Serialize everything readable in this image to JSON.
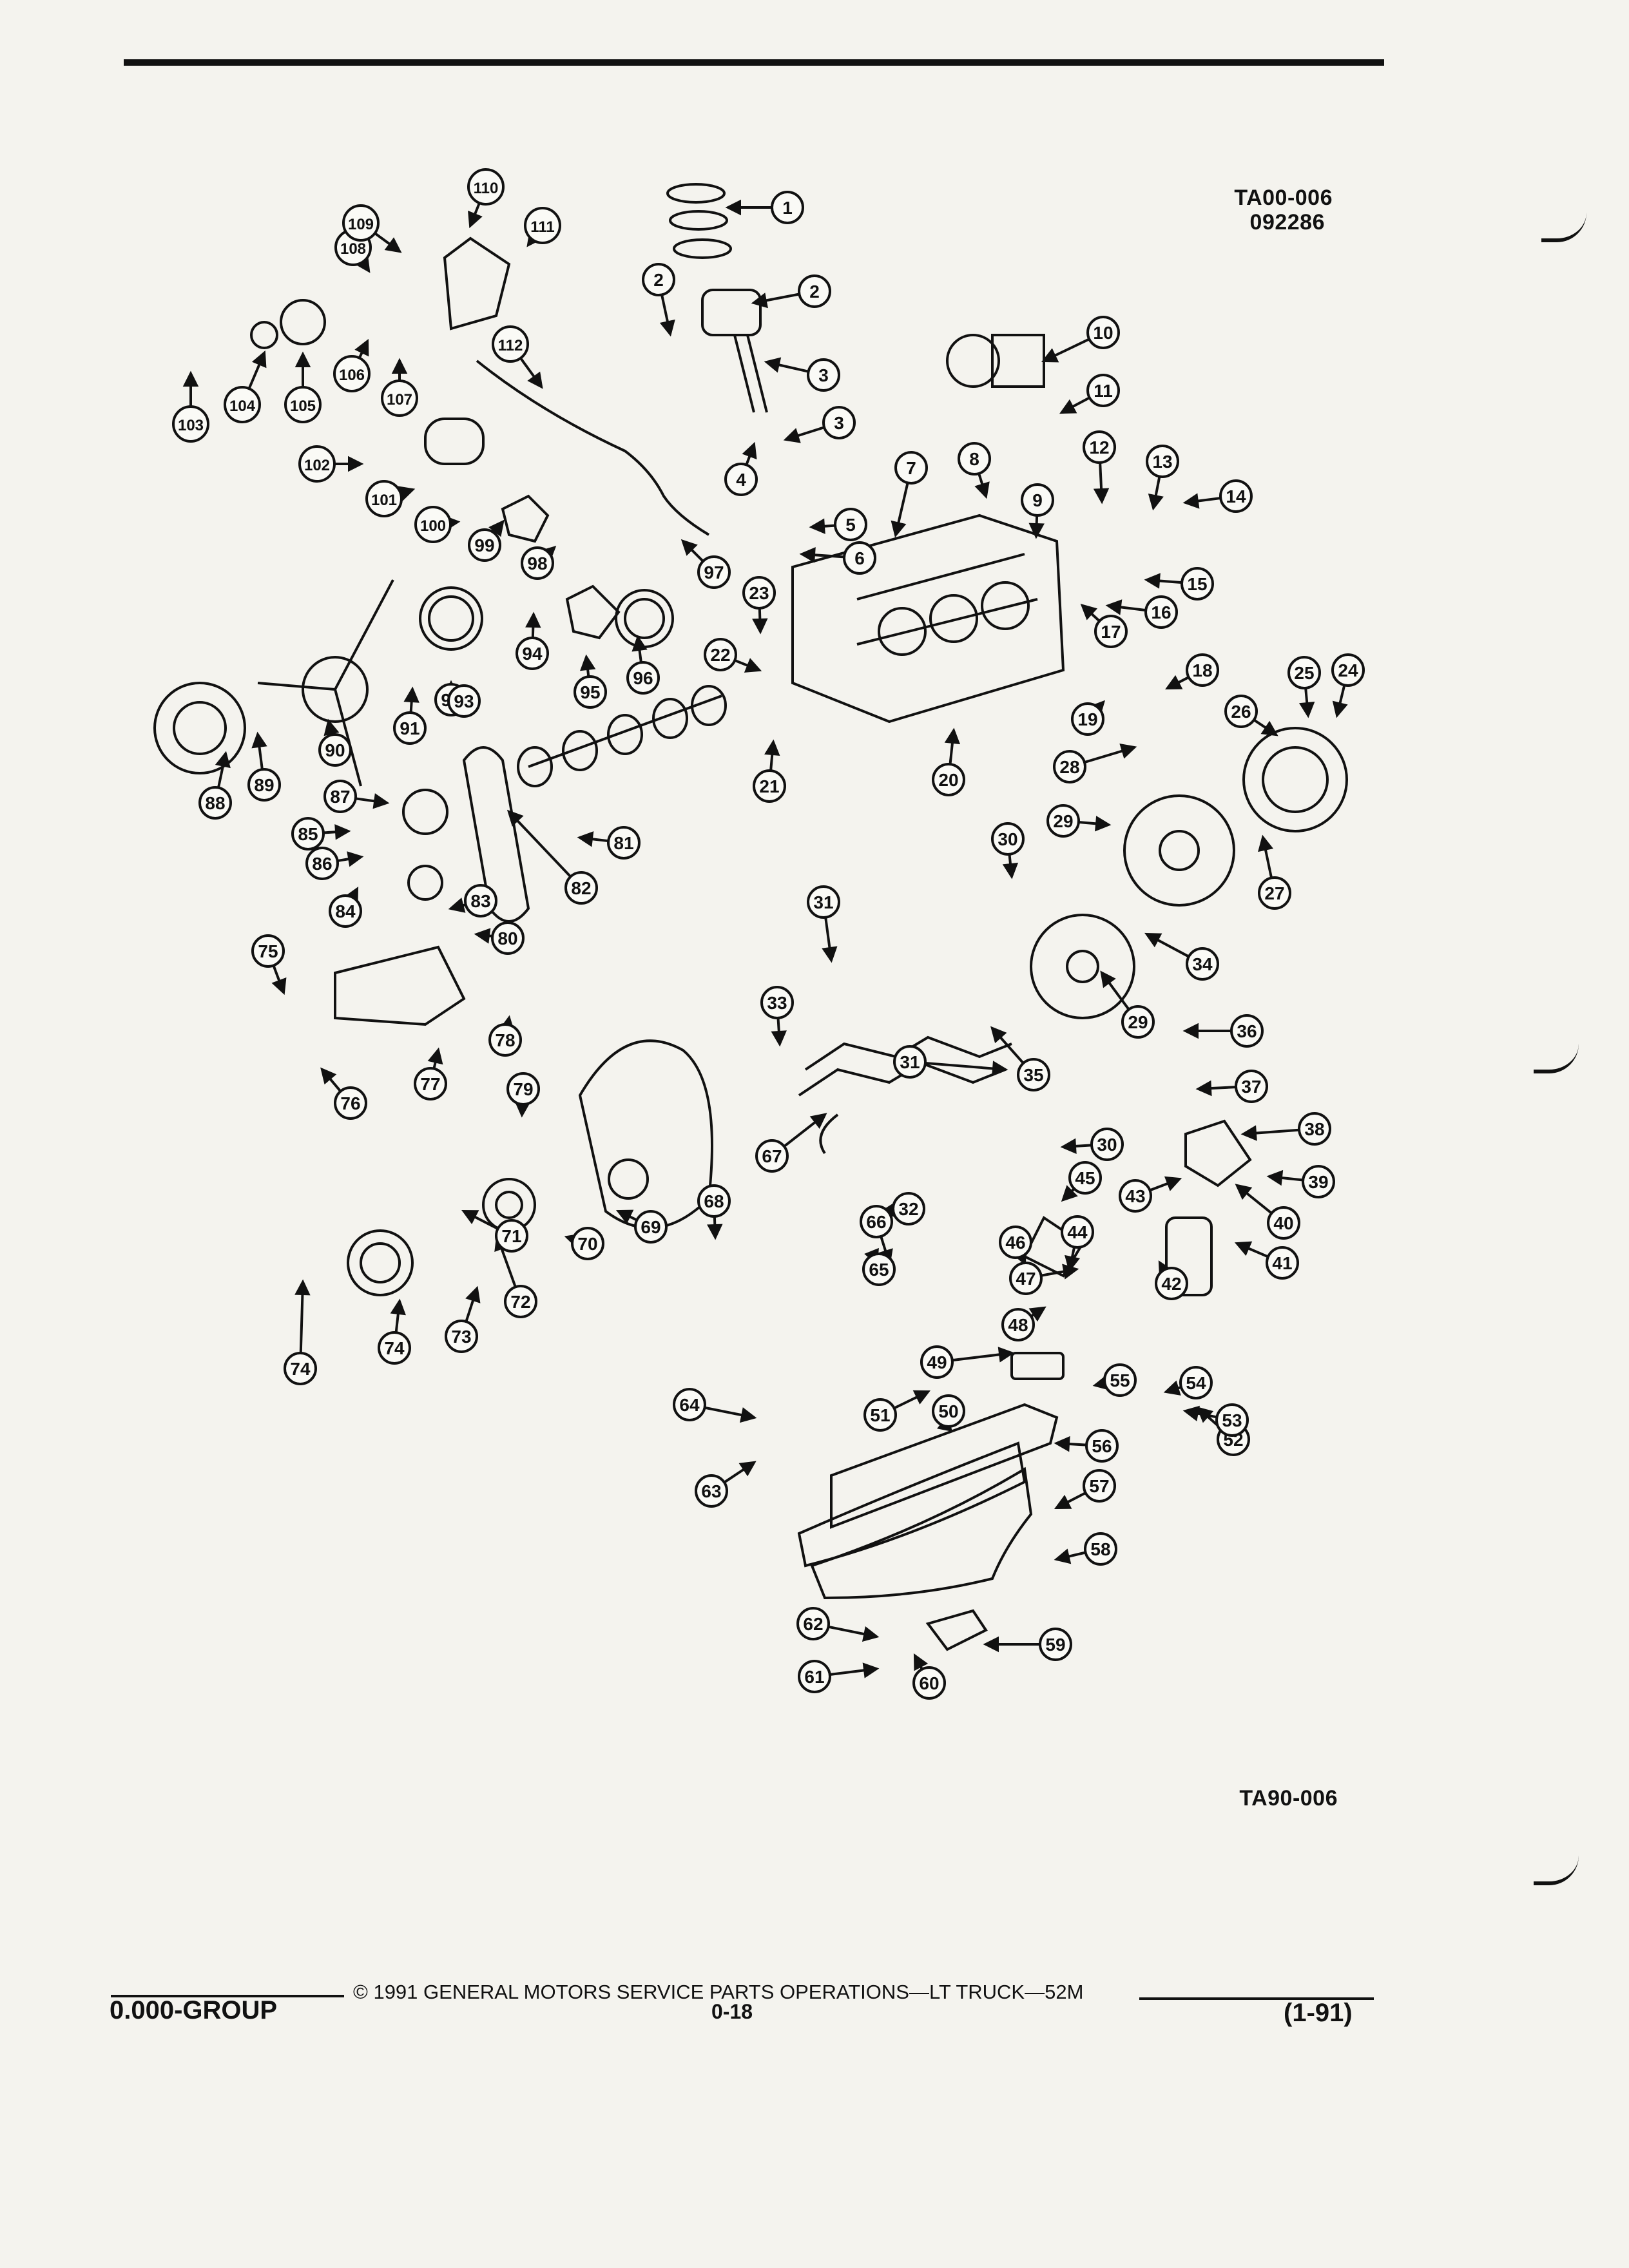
{
  "header": {
    "figure_code": "TA00-006",
    "figure_date": "092286"
  },
  "figure_bottom_code": "TA90-006",
  "callouts": [
    "1",
    "2",
    "2",
    "3",
    "3",
    "4",
    "5",
    "6",
    "7",
    "8",
    "9",
    "10",
    "11",
    "12",
    "13",
    "14",
    "15",
    "16",
    "17",
    "18",
    "19",
    "20",
    "21",
    "22",
    "23",
    "24",
    "25",
    "26",
    "27",
    "28",
    "29",
    "29",
    "30",
    "30",
    "31",
    "31",
    "32",
    "33",
    "34",
    "35",
    "36",
    "37",
    "38",
    "39",
    "40",
    "41",
    "42",
    "43",
    "44",
    "45",
    "46",
    "47",
    "48",
    "49",
    "50",
    "51",
    "52",
    "53",
    "54",
    "55",
    "56",
    "57",
    "58",
    "59",
    "60",
    "61",
    "62",
    "63",
    "64",
    "65",
    "66",
    "67",
    "68",
    "69",
    "70",
    "71",
    "72",
    "73",
    "74",
    "74",
    "75",
    "76",
    "77",
    "78",
    "79",
    "80",
    "81",
    "82",
    "83",
    "84",
    "85",
    "86",
    "87",
    "88",
    "89",
    "90",
    "91",
    "92",
    "93",
    "94",
    "95",
    "96",
    "97",
    "98",
    "99",
    "100",
    "101",
    "102",
    "103",
    "104",
    "105",
    "106",
    "107",
    "108",
    "109",
    "110",
    "111",
    "112"
  ],
  "footer": {
    "copyright": "© 1991 GENERAL MOTORS SERVICE PARTS OPERATIONS—LT TRUCK—52M",
    "group": "0.000-GROUP",
    "page": "0-18",
    "revision": "(1-91)"
  }
}
